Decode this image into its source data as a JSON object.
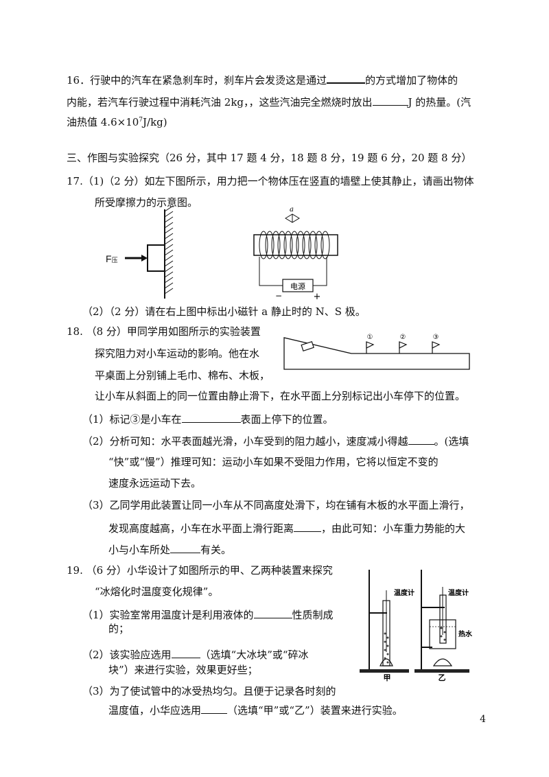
{
  "q16": {
    "l1a": "16．行驶中的汽车在紧急刹车时，刹车片会发烫这是通过",
    "l1b": "的方式增加了物体的",
    "l2a": "内能，若汽车行驶过程中消耗汽油 2kg，，这些汽油完全燃烧时放出",
    "l2b": "J 的热量。(汽",
    "l3a": "油热值 4.6×10",
    "l3exp": "7",
    "l3b": "J/kg)"
  },
  "section3": "三、作图与实验探究（26 分，其中 17 题 4 分，18 题 8 分，19 题 6 分，20 题 8 分）",
  "q17": {
    "l1": "17.（1)（2 分）如左下图所示，用力把一个物体压在竖直的墙壁上使其静止，请画出物体",
    "l2": "所受摩擦力的示意图。",
    "fig_force_label": "F",
    "fig_force_sub": "压",
    "fig_magnet_label": "a",
    "fig_power_label": "电源",
    "fig_minus": "−",
    "fig_plus": "+",
    "l3": "（2）（2 分）请在右上图中标出小磁针 a 静止时的 N、S 极。"
  },
  "q18": {
    "l1": "18. （8 分）甲同学用如图所示的实验装置",
    "l2": "探究阻力对小车运动的影响。他在水",
    "l3": "平桌面上分别铺上毛巾、棉布、木板，",
    "l4": "让小车从斜面上的同一位置由静止滑下，在水平面上分别标记出小车停下的位置。",
    "flags": [
      "①",
      "②",
      "③"
    ],
    "p1a": "（1）标记③是小车在",
    "p1b": "表面上停下的位置。",
    "p2a": "（2）分析可知：水平表面越光滑，小车受到的阻力越小，速度减小得越",
    "p2b": "。(选填",
    "p2c": "“快”或“慢”）推理可知：运动小车如果不受阻力作用，它将以恒定不变的",
    "p2d": "速度永远运动下去。",
    "p3a": "（3）乙同学用此装置让同一小车从不同高度处滑下，均在铺有木板的水平面上滑行，",
    "p3b": "发现高度越高，小车在水平面上滑行距离",
    "p3c": "，由此可知：小车重力势能的大",
    "p3d": "小与小车所处",
    "p3e": "有关。"
  },
  "q19": {
    "l1": "19. （6 分）小华设计了如图所示的甲、乙两种装置来探究",
    "l2": "“冰熔化时温度变化规律”。",
    "p1a": "（1）实验室常用温度计是利用液体的",
    "p1b": "性质制成",
    "p1c": "的；",
    "p2a": "（2）该实验应选用",
    "p2b": "（选填“大冰块”或“碎冰",
    "p2c": "块”）来进行实验，效果更好些；",
    "p3a": "（3）为了使试管中的冰受热均匀。且便于记录各时刻的",
    "p3b": "温度值，小华应选用",
    "p3c": "（选填“甲”或“乙”）装置来进行实验。",
    "fig_thermo_a": "温度计",
    "fig_thermo_b": "温度计",
    "fig_hotwater": "热水",
    "fig_label_a": "甲",
    "fig_label_b": "乙"
  },
  "page_number": "4"
}
